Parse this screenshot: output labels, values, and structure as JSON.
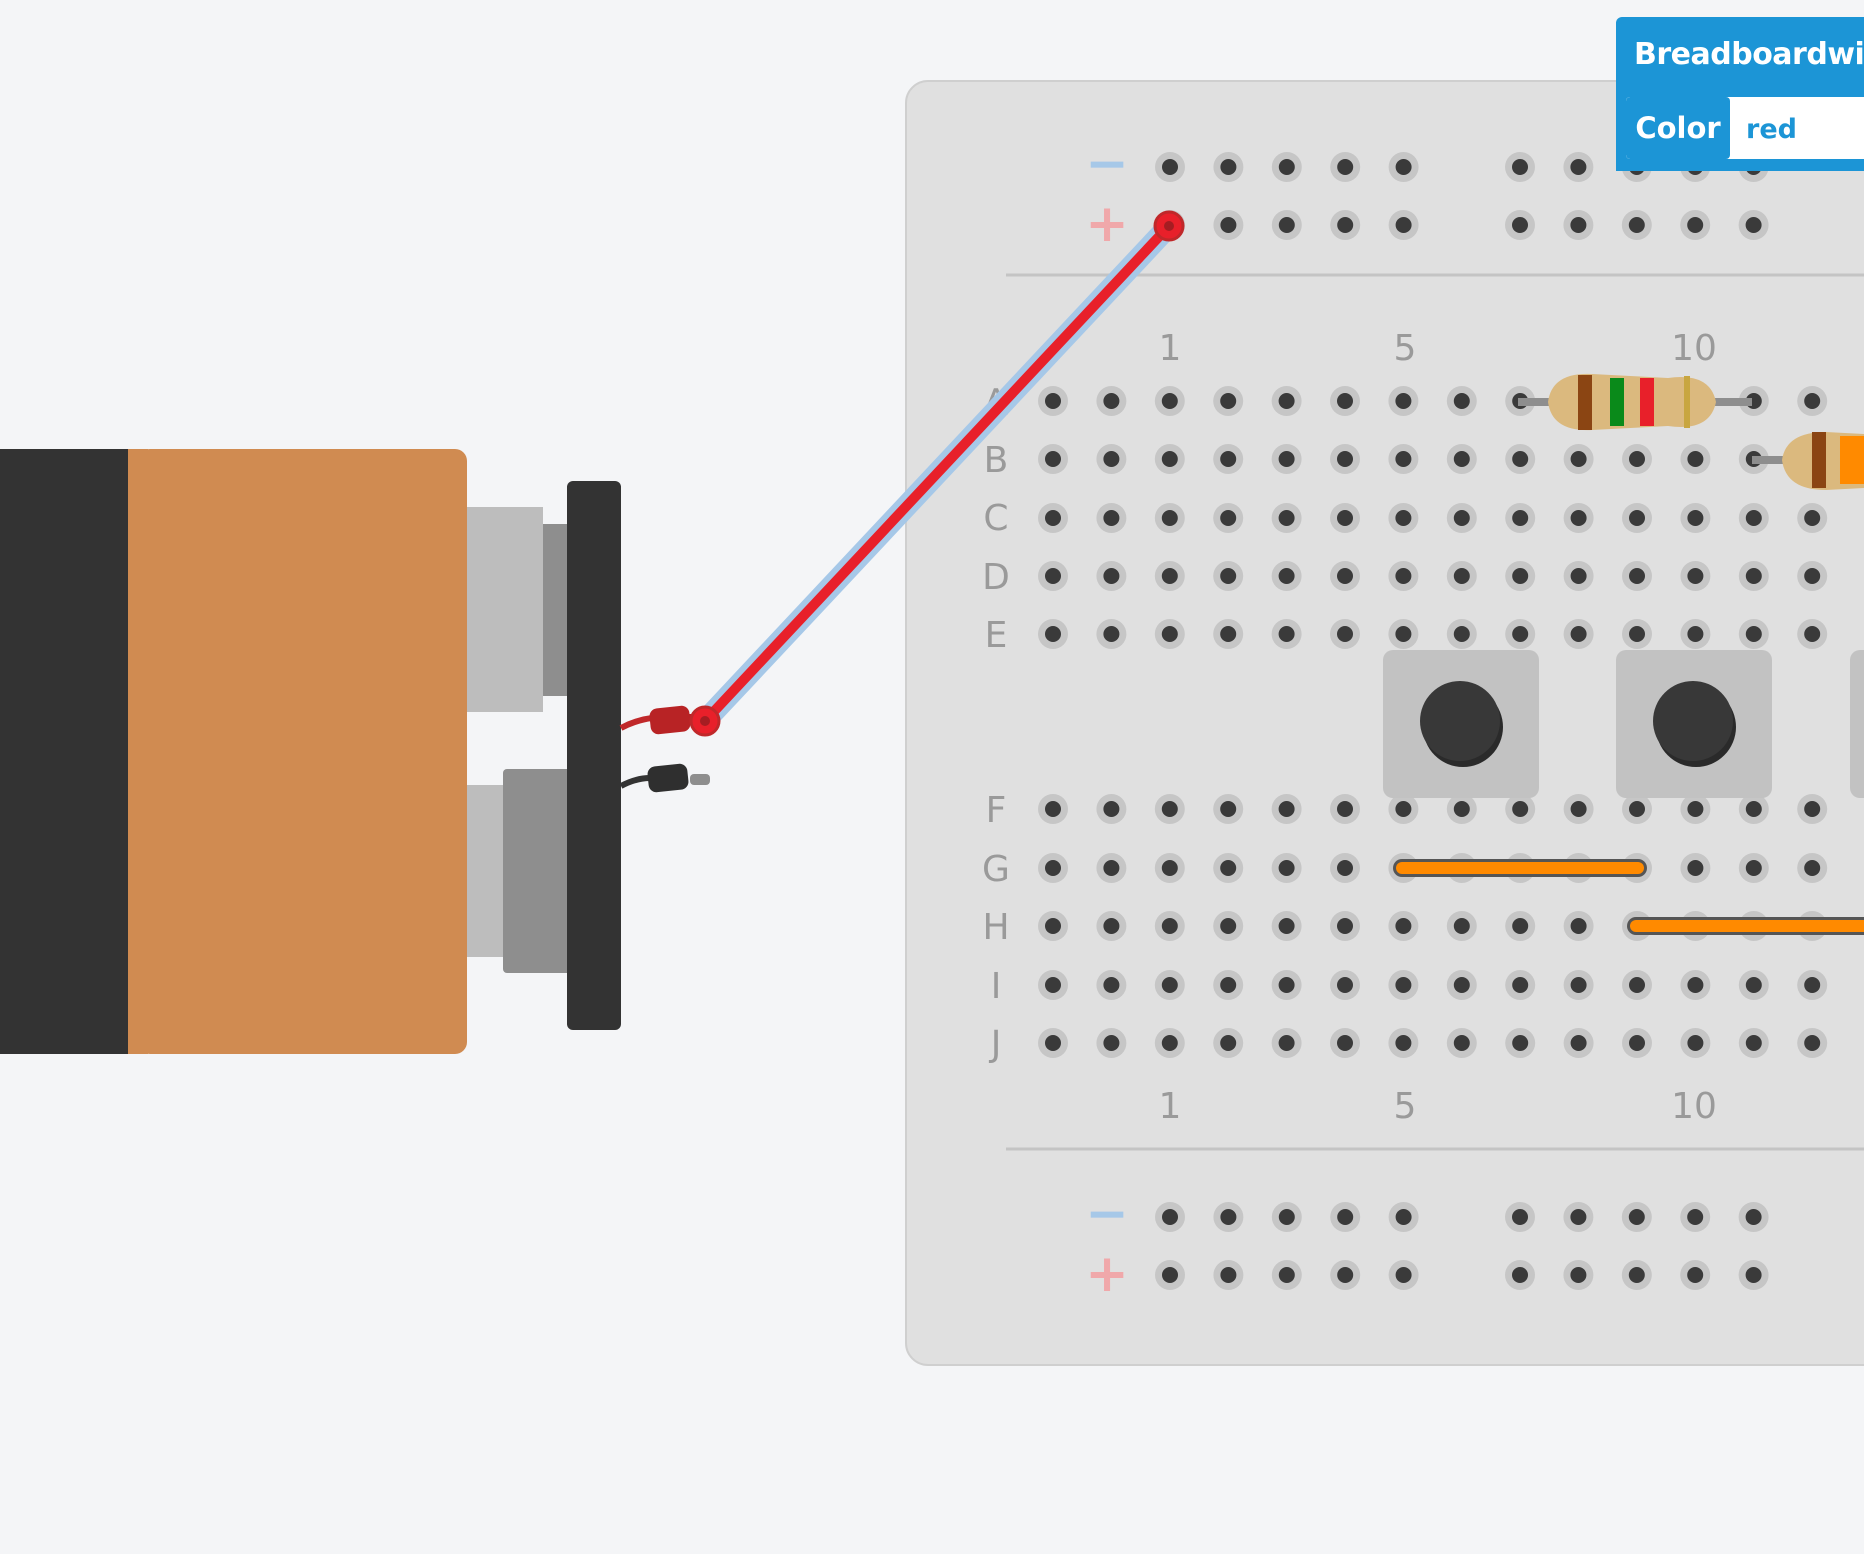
{
  "inspector": {
    "title": "Breadboardwire",
    "property_label": "Color",
    "property_value": "red"
  },
  "breadboard": {
    "rows_top": [
      "A",
      "B",
      "C",
      "D",
      "E"
    ],
    "rows_bottom": [
      "F",
      "G",
      "H",
      "I",
      "J"
    ],
    "column_labels": [
      "1",
      "5",
      "10"
    ],
    "rail_minus": "−",
    "rail_plus": "+"
  },
  "wire": {
    "color": "#e8202a",
    "highlight": "#a6c8e8"
  },
  "colors": {
    "canvas": "#f4f5f7",
    "board": "#e0e0e0",
    "hole": "#3a3a3a",
    "jumper": "#ff8a00",
    "battery_body": "#d08b51",
    "battery_end": "#333333",
    "accent": "#1c95d6"
  }
}
